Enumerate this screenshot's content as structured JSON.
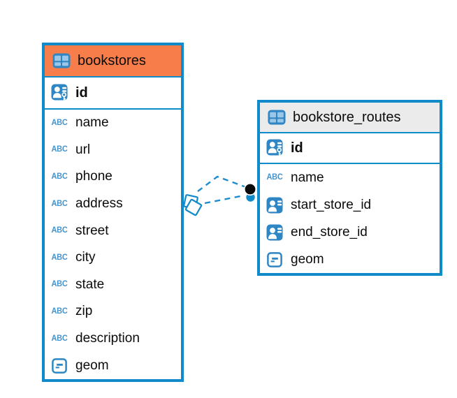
{
  "diagram": {
    "background_color": "#ffffff",
    "accent_blue": "#0F8BCA",
    "icons": {
      "text_type_glyph": "ABC"
    },
    "tables": [
      {
        "name": "bookstores",
        "header_color": "#F77E4B",
        "primary_key": {
          "label": "id"
        },
        "columns": [
          {
            "label": "name",
            "type_icon": "text-type-icon"
          },
          {
            "label": "url",
            "type_icon": "text-type-icon"
          },
          {
            "label": "phone",
            "type_icon": "text-type-icon"
          },
          {
            "label": "address",
            "type_icon": "text-type-icon"
          },
          {
            "label": "street",
            "type_icon": "text-type-icon"
          },
          {
            "label": "city",
            "type_icon": "text-type-icon"
          },
          {
            "label": "state",
            "type_icon": "text-type-icon"
          },
          {
            "label": "zip",
            "type_icon": "text-type-icon"
          },
          {
            "label": "description",
            "type_icon": "text-type-icon"
          },
          {
            "label": "geom",
            "type_icon": "geometry-type-icon"
          }
        ]
      },
      {
        "name": "bookstore_routes",
        "header_color": "#EBEBEB",
        "primary_key": {
          "label": "id"
        },
        "columns": [
          {
            "label": "name",
            "type_icon": "text-type-icon"
          },
          {
            "label": "start_store_id",
            "type_icon": "foreign-key-icon"
          },
          {
            "label": "end_store_id",
            "type_icon": "foreign-key-icon"
          },
          {
            "label": "geom",
            "type_icon": "geometry-type-icon"
          }
        ]
      }
    ],
    "relationships": [
      {
        "from_table": "bookstores",
        "to_table": "bookstore_routes",
        "line_style": "dashed",
        "line_color": "#1E8CCB",
        "source_marker": "stacked-diamonds",
        "target_marker": "filled-circle-pair"
      }
    ]
  }
}
